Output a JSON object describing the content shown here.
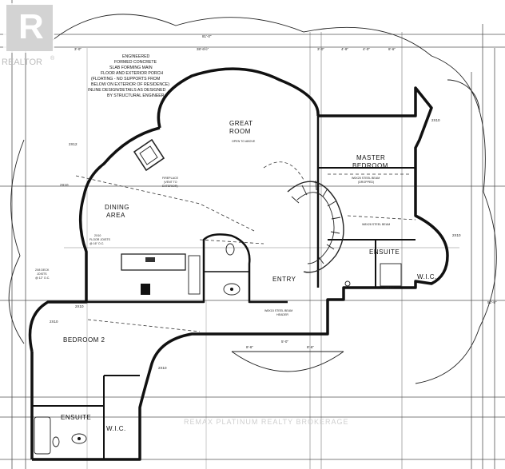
{
  "brand": {
    "logo_letter": "R",
    "logo_name": "REALTOR",
    "logo_mark": "®"
  },
  "watermark": "REMAX PLATINUM REALTY BROKERAGE",
  "rooms": {
    "great_room": [
      "GREAT",
      "ROOM"
    ],
    "open_to_above": "OPEN TO ABOVE",
    "master_bedroom": [
      "MASTER",
      "BEDROOM"
    ],
    "dining_area": [
      "DINING",
      "AREA"
    ],
    "entry": "ENTRY",
    "ensuite_right": "ENSUITE",
    "wic_right": "W.I.C.",
    "bedroom2": "BEDROOM 2",
    "ensuite_left": "ENSUITE",
    "wic_left": "W.I.C."
  },
  "notes": {
    "engineered": [
      "ENGINEERED",
      "FORMED CONCRETE",
      "SLAB FORMING MAIN",
      "FLOOR AND EXTERIOR PORCH",
      "(FLOATING - NO SUPPORTS FROM",
      "BELOW ON EXTERIOR OF RESIDENCE)",
      "INLINE DESIGN/DETAILS AS DESIGNED",
      "BY STRUCTURAL ENGINEER"
    ],
    "fireplace": [
      "FIREPLACE",
      "(VENT TO",
      "EXTERIOR)"
    ],
    "steel_beam_master": [
      "W6X25 STEEL BEAM",
      "(DROPPED)"
    ],
    "steel_beam_lower": [
      "W8X28 STEEL BEAM"
    ],
    "beam_header": [
      "W8X15 STEEL BEAM",
      "HEADER"
    ],
    "floor_joists": [
      "2X10",
      "FLOOR JOISTS",
      "@ 16\" O.C."
    ],
    "deck_joists": [
      "2X8 DECK",
      "JOISTS",
      "@ 12\" O.C."
    ]
  },
  "dimensions": {
    "overall_top": "81'-0\"",
    "top_seg1": "3'-0\"",
    "top_seg2": "38'-6½\"",
    "top_seg3": "3'-0\"",
    "top_seg4": "4'-9\"",
    "top_seg5": "4'-0\"",
    "top_seg6": "8'-6\"",
    "right_overall": "52'-9\"",
    "bottom_seg1": "8'-6\"",
    "bottom_seg2": "8'-6\"",
    "bottom_mid": "5'-0\"",
    "label_2x10": "2X10",
    "label_2x12": "2X12"
  }
}
